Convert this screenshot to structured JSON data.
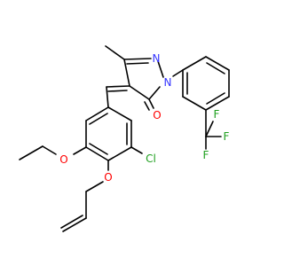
{
  "molecule": {
    "colors": {
      "bond": "#000000",
      "nitrogen": "#3333ff",
      "oxygen": "#ff0000",
      "chlorine": "#1fa01f",
      "fluorine": "#1fa01f"
    },
    "atoms": [
      {
        "id": "N1",
        "text": "N",
        "element": "nitrogen"
      },
      {
        "id": "N2",
        "text": "N",
        "element": "nitrogen"
      },
      {
        "id": "O_carbonyl",
        "text": "O",
        "element": "oxygen"
      },
      {
        "id": "Cl",
        "text": "Cl",
        "element": "chlorine"
      },
      {
        "id": "O_ethoxy",
        "text": "O",
        "element": "oxygen"
      },
      {
        "id": "O_allyloxy",
        "text": "O",
        "element": "oxygen"
      },
      {
        "id": "F_top",
        "text": "F",
        "element": "fluorine"
      },
      {
        "id": "F_right",
        "text": "F",
        "element": "fluorine"
      },
      {
        "id": "F_bottom",
        "text": "F",
        "element": "fluorine"
      }
    ]
  }
}
